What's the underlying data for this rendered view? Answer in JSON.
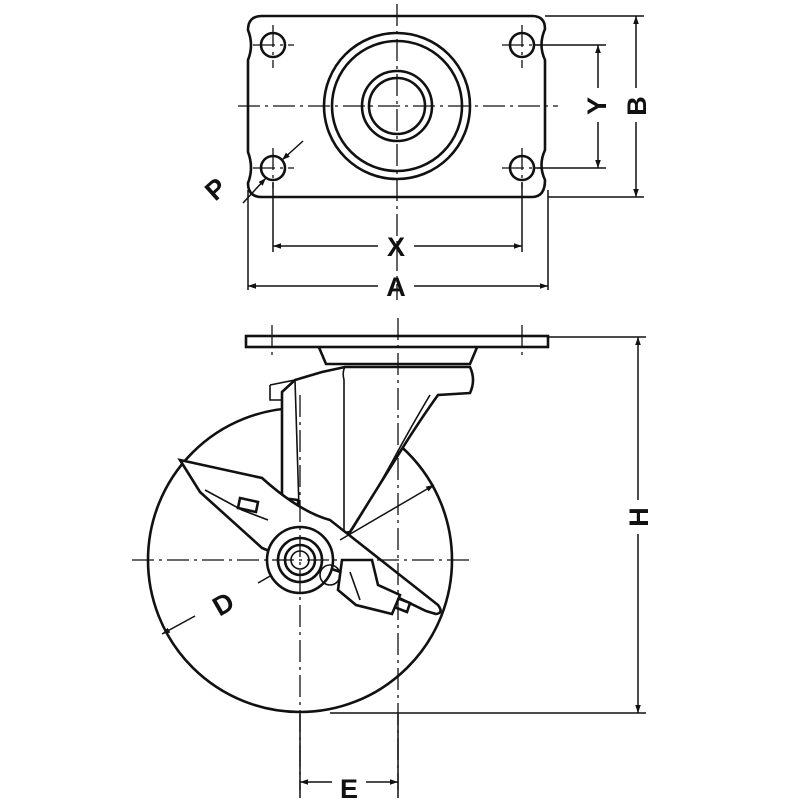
{
  "labels": {
    "A": "A",
    "B": "B",
    "X": "X",
    "Y": "Y",
    "P": "P",
    "H": "H",
    "D": "D",
    "E": "E"
  }
}
